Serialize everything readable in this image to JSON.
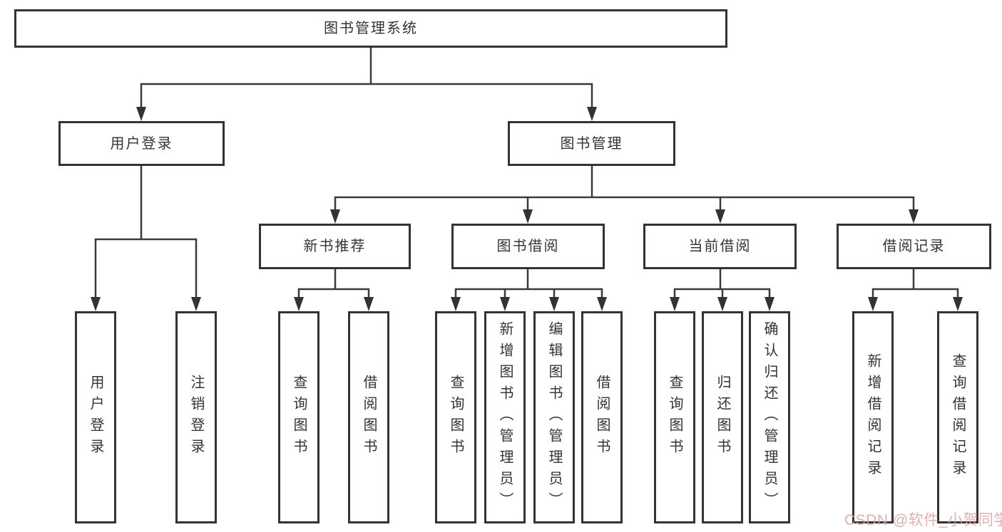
{
  "tree": {
    "label": "图书管理系统",
    "children": [
      {
        "label": "用户登录",
        "children": [
          {
            "label": "用户登录"
          },
          {
            "label": "注销登录"
          }
        ]
      },
      {
        "label": "图书管理",
        "children": [
          {
            "label": "新书推荐",
            "children": [
              {
                "label": "查询图书"
              },
              {
                "label": "借阅图书"
              }
            ]
          },
          {
            "label": "图书借阅",
            "children": [
              {
                "label": "查询图书"
              },
              {
                "label": "新增图书（管理员）"
              },
              {
                "label": "编辑图书（管理员）"
              },
              {
                "label": "借阅图书"
              }
            ]
          },
          {
            "label": "当前借阅",
            "children": [
              {
                "label": "查询图书"
              },
              {
                "label": "归还图书"
              },
              {
                "label": "确认归还（管理员）"
              }
            ]
          },
          {
            "label": "借阅记录",
            "children": [
              {
                "label": "新增借阅记录"
              },
              {
                "label": "查询借阅记录"
              }
            ]
          }
        ]
      }
    ]
  },
  "colors": {
    "line": "#3a3a3a",
    "border": "#333333",
    "text": "#333333",
    "watermark": "#dfa0a0"
  },
  "watermark": {
    "text": "CSDN @软件_小贺同学"
  }
}
